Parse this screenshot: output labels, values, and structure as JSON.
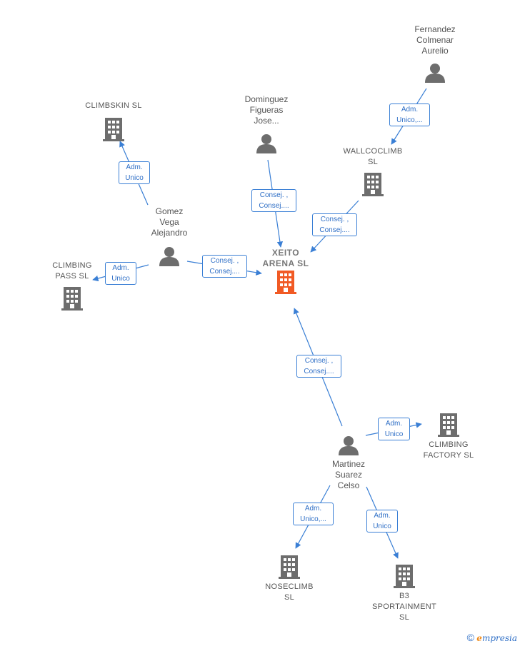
{
  "colors": {
    "edge": "#3a7fd5",
    "company": "#6d6d6d",
    "main_company": "#f15a24",
    "person": "#6d6d6d",
    "label_text": "#555555"
  },
  "nodes": {
    "xeito": {
      "label": "XEITO\nARENA  SL",
      "icon": "building-icon"
    },
    "climbskin": {
      "label": "CLIMBSKIN SL",
      "icon": "building-icon"
    },
    "climbing_pass": {
      "label": "CLIMBING\nPASS  SL",
      "icon": "building-icon"
    },
    "wallcoclimb": {
      "label": "WALLCOCLIMB\nSL",
      "icon": "building-icon"
    },
    "climbing_factory": {
      "label": "CLIMBING\nFACTORY  SL",
      "icon": "building-icon"
    },
    "noseclimb": {
      "label": "NOSECLIMB\nSL",
      "icon": "building-icon"
    },
    "b3": {
      "label": "B3\nSPORTAINMENT\nSL",
      "icon": "building-icon"
    },
    "fernandez": {
      "label": "Fernandez\nColmenar\nAurelio",
      "icon": "person-icon"
    },
    "dominguez": {
      "label": "Dominguez\nFigueras\nJose...",
      "icon": "person-icon"
    },
    "gomez": {
      "label": "Gomez\nVega\nAlejandro",
      "icon": "person-icon"
    },
    "martinez": {
      "label": "Martinez\nSuarez\nCelso",
      "icon": "person-icon"
    }
  },
  "edges": {
    "gomez_climbskin": "Adm.\nUnico",
    "gomez_climbingpass": "Adm.\nUnico",
    "gomez_xeito": "Consej. ,\nConsej....",
    "dominguez_xeito": "Consej. ,\nConsej....",
    "fernandez_wallcoclimb": "Adm.\nUnico,...",
    "wallcoclimb_xeito": "Consej. ,\nConsej....",
    "martinez_xeito": "Consej. ,\nConsej....",
    "martinez_factory": "Adm.\nUnico",
    "martinez_noseclimb": "Adm.\nUnico,...",
    "martinez_b3": "Adm.\nUnico"
  },
  "footer": {
    "copyright": "©",
    "brand_e": "e",
    "brand_rest": "mpresia"
  }
}
